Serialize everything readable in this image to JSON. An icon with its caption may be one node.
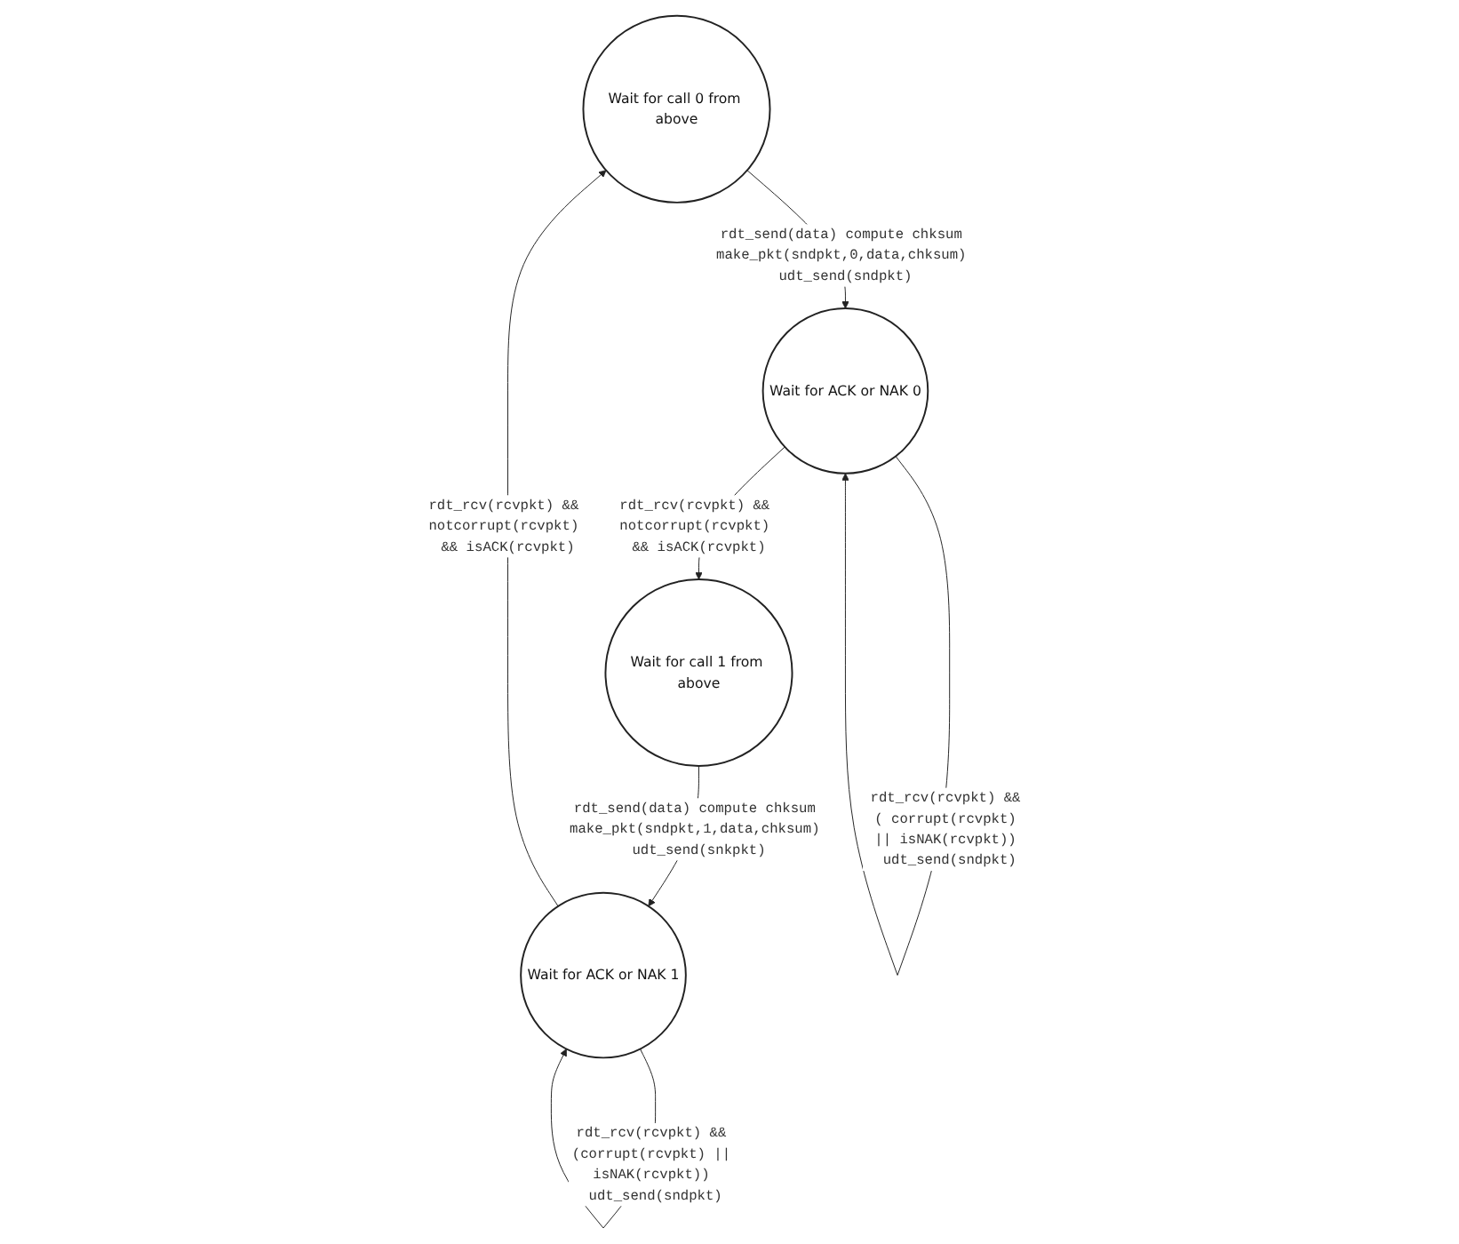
{
  "diagram": {
    "nodes": [
      {
        "text": [
          "Wait for call 0 from above"
        ]
      },
      {
        "text": [
          "Wait for ACK or NAK 0"
        ]
      },
      {
        "text": [
          "Wait for ACK or NAK 1"
        ]
      },
      {
        "text": [
          "Wait for call 1 from above"
        ]
      }
    ],
    "edges": [
      {
        "from": 0,
        "to": 1,
        "arrow": "to",
        "label": "rdt_send(data) compute chksum make_pkt(sndpkt,0,data,chksum) udt_send(sndpkt)"
      },
      {
        "from": 1,
        "to": 1,
        "arrow": "to",
        "label": "rdt_rcv(rcvpkt) && ( corrupt(rcvpkt) || isNAK(rcvpkt)) udt_send(sndpkt)"
      },
      {
        "from": 1,
        "to": 3,
        "arrow": "to",
        "label": "rdt_rcv(rcvpkt) && notcorrupt(rcvpkt) && isACK(rcvpkt)"
      },
      {
        "from": 3,
        "to": 2,
        "arrow": "to",
        "label": "rdt_send(data) compute chksum make_pkt(sndpkt,1,data,chksum) udt_send(snkpkt)"
      },
      {
        "from": 2,
        "to": 2,
        "arrow": "to",
        "label": "rdt_rcv(rcvpkt) && (corrupt(rcvpkt) || isNAK(rcvpkt)) udt_send(sndpkt)"
      },
      {
        "from": 2,
        "to": 0,
        "arrow": "to",
        "label": "rdt_rcv(rcvpkt) && notcorrupt(rcvpkt) && isACK(rcvpkt)"
      }
    ]
  }
}
